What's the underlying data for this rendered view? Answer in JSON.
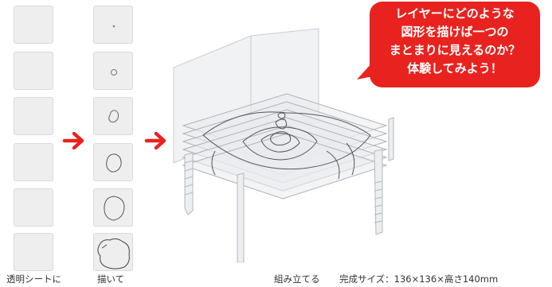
{
  "speech_bubble": {
    "lines": [
      "レイヤーにどのような",
      "図形を描けば一つの",
      "まとまりに見えるのか？",
      "体験してみよう！"
    ],
    "color": "#e8231f"
  },
  "captions": {
    "step1": "透明シートに",
    "step2": "描いて",
    "step3": "組み立てる",
    "size": "完成サイズ：136×136×高さ140mm"
  },
  "colors": {
    "arrow": "#e8231f",
    "sheet": "#eeeeee"
  }
}
